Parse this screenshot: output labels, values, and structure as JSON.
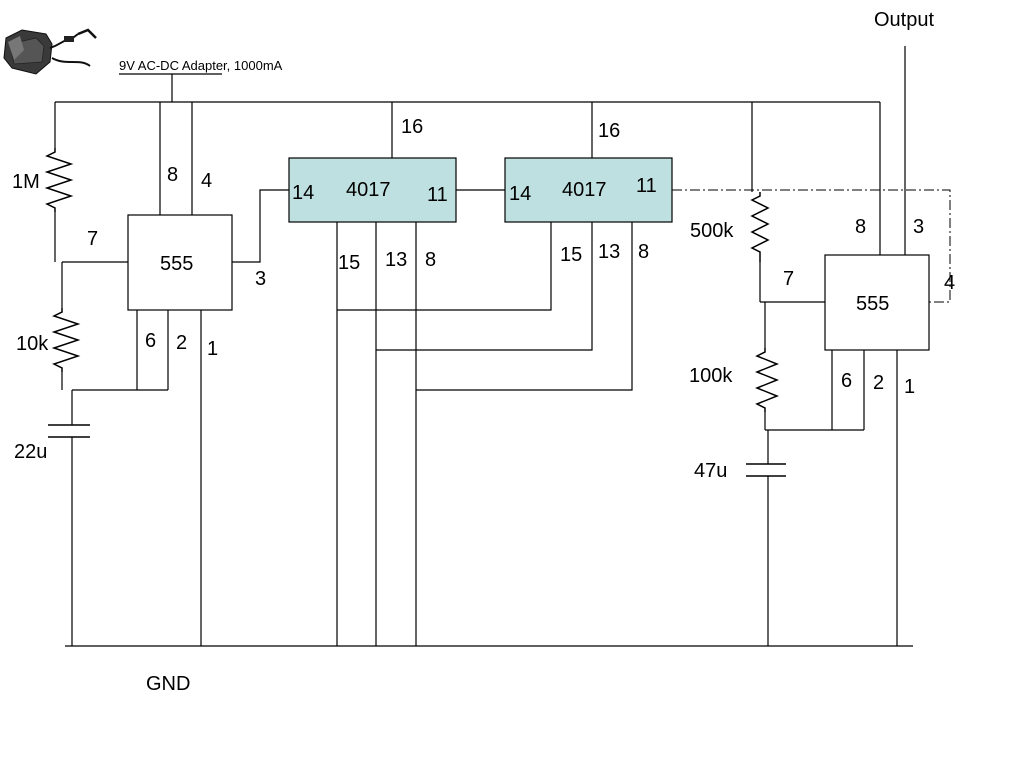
{
  "power": {
    "adapter_label": "9V AC-DC Adapter, 1000mA",
    "adapter_icon": "wall-adapter-icon"
  },
  "output_label": "Output",
  "gnd_label": "GND",
  "ic_left_555": {
    "name": "555",
    "pins": {
      "p8": "8",
      "p4": "4",
      "p7": "7",
      "p3": "3",
      "p6": "6",
      "p2": "2",
      "p1": "1"
    }
  },
  "ic_4017_a": {
    "name": "4017",
    "pins": {
      "p16": "16",
      "p14": "14",
      "p11": "11",
      "p15": "15",
      "p13": "13",
      "p8": "8"
    }
  },
  "ic_4017_b": {
    "name": "4017",
    "pins": {
      "p16": "16",
      "p14": "14",
      "p11": "11",
      "p15": "15",
      "p13": "13",
      "p8": "8"
    }
  },
  "ic_right_555": {
    "name": "555",
    "pins": {
      "p8": "8",
      "p3": "3",
      "p4": "4",
      "p7": "7",
      "p6": "6",
      "p2": "2",
      "p1": "1"
    }
  },
  "components": {
    "r1": "1M",
    "r2": "10k",
    "c1": "22u",
    "r3": "500k",
    "r4": "100k",
    "c2": "47u"
  }
}
